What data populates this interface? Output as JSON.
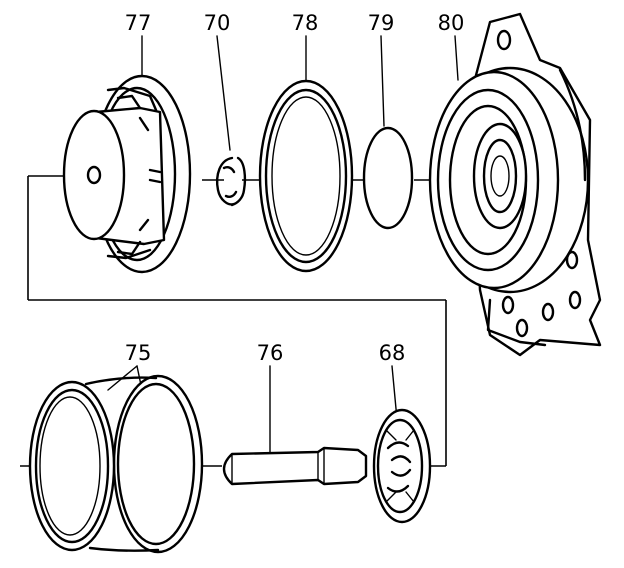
{
  "parts": [
    {
      "id": "label-77",
      "number": "77"
    },
    {
      "id": "label-70",
      "number": "70"
    },
    {
      "id": "label-78",
      "number": "78"
    },
    {
      "id": "label-79",
      "number": "79"
    },
    {
      "id": "label-80",
      "number": "80"
    },
    {
      "id": "label-75",
      "number": "75"
    },
    {
      "id": "label-76",
      "number": "76"
    },
    {
      "id": "label-68",
      "number": "68"
    }
  ],
  "colors": {
    "line": "#000000",
    "background": "#ffffff"
  }
}
